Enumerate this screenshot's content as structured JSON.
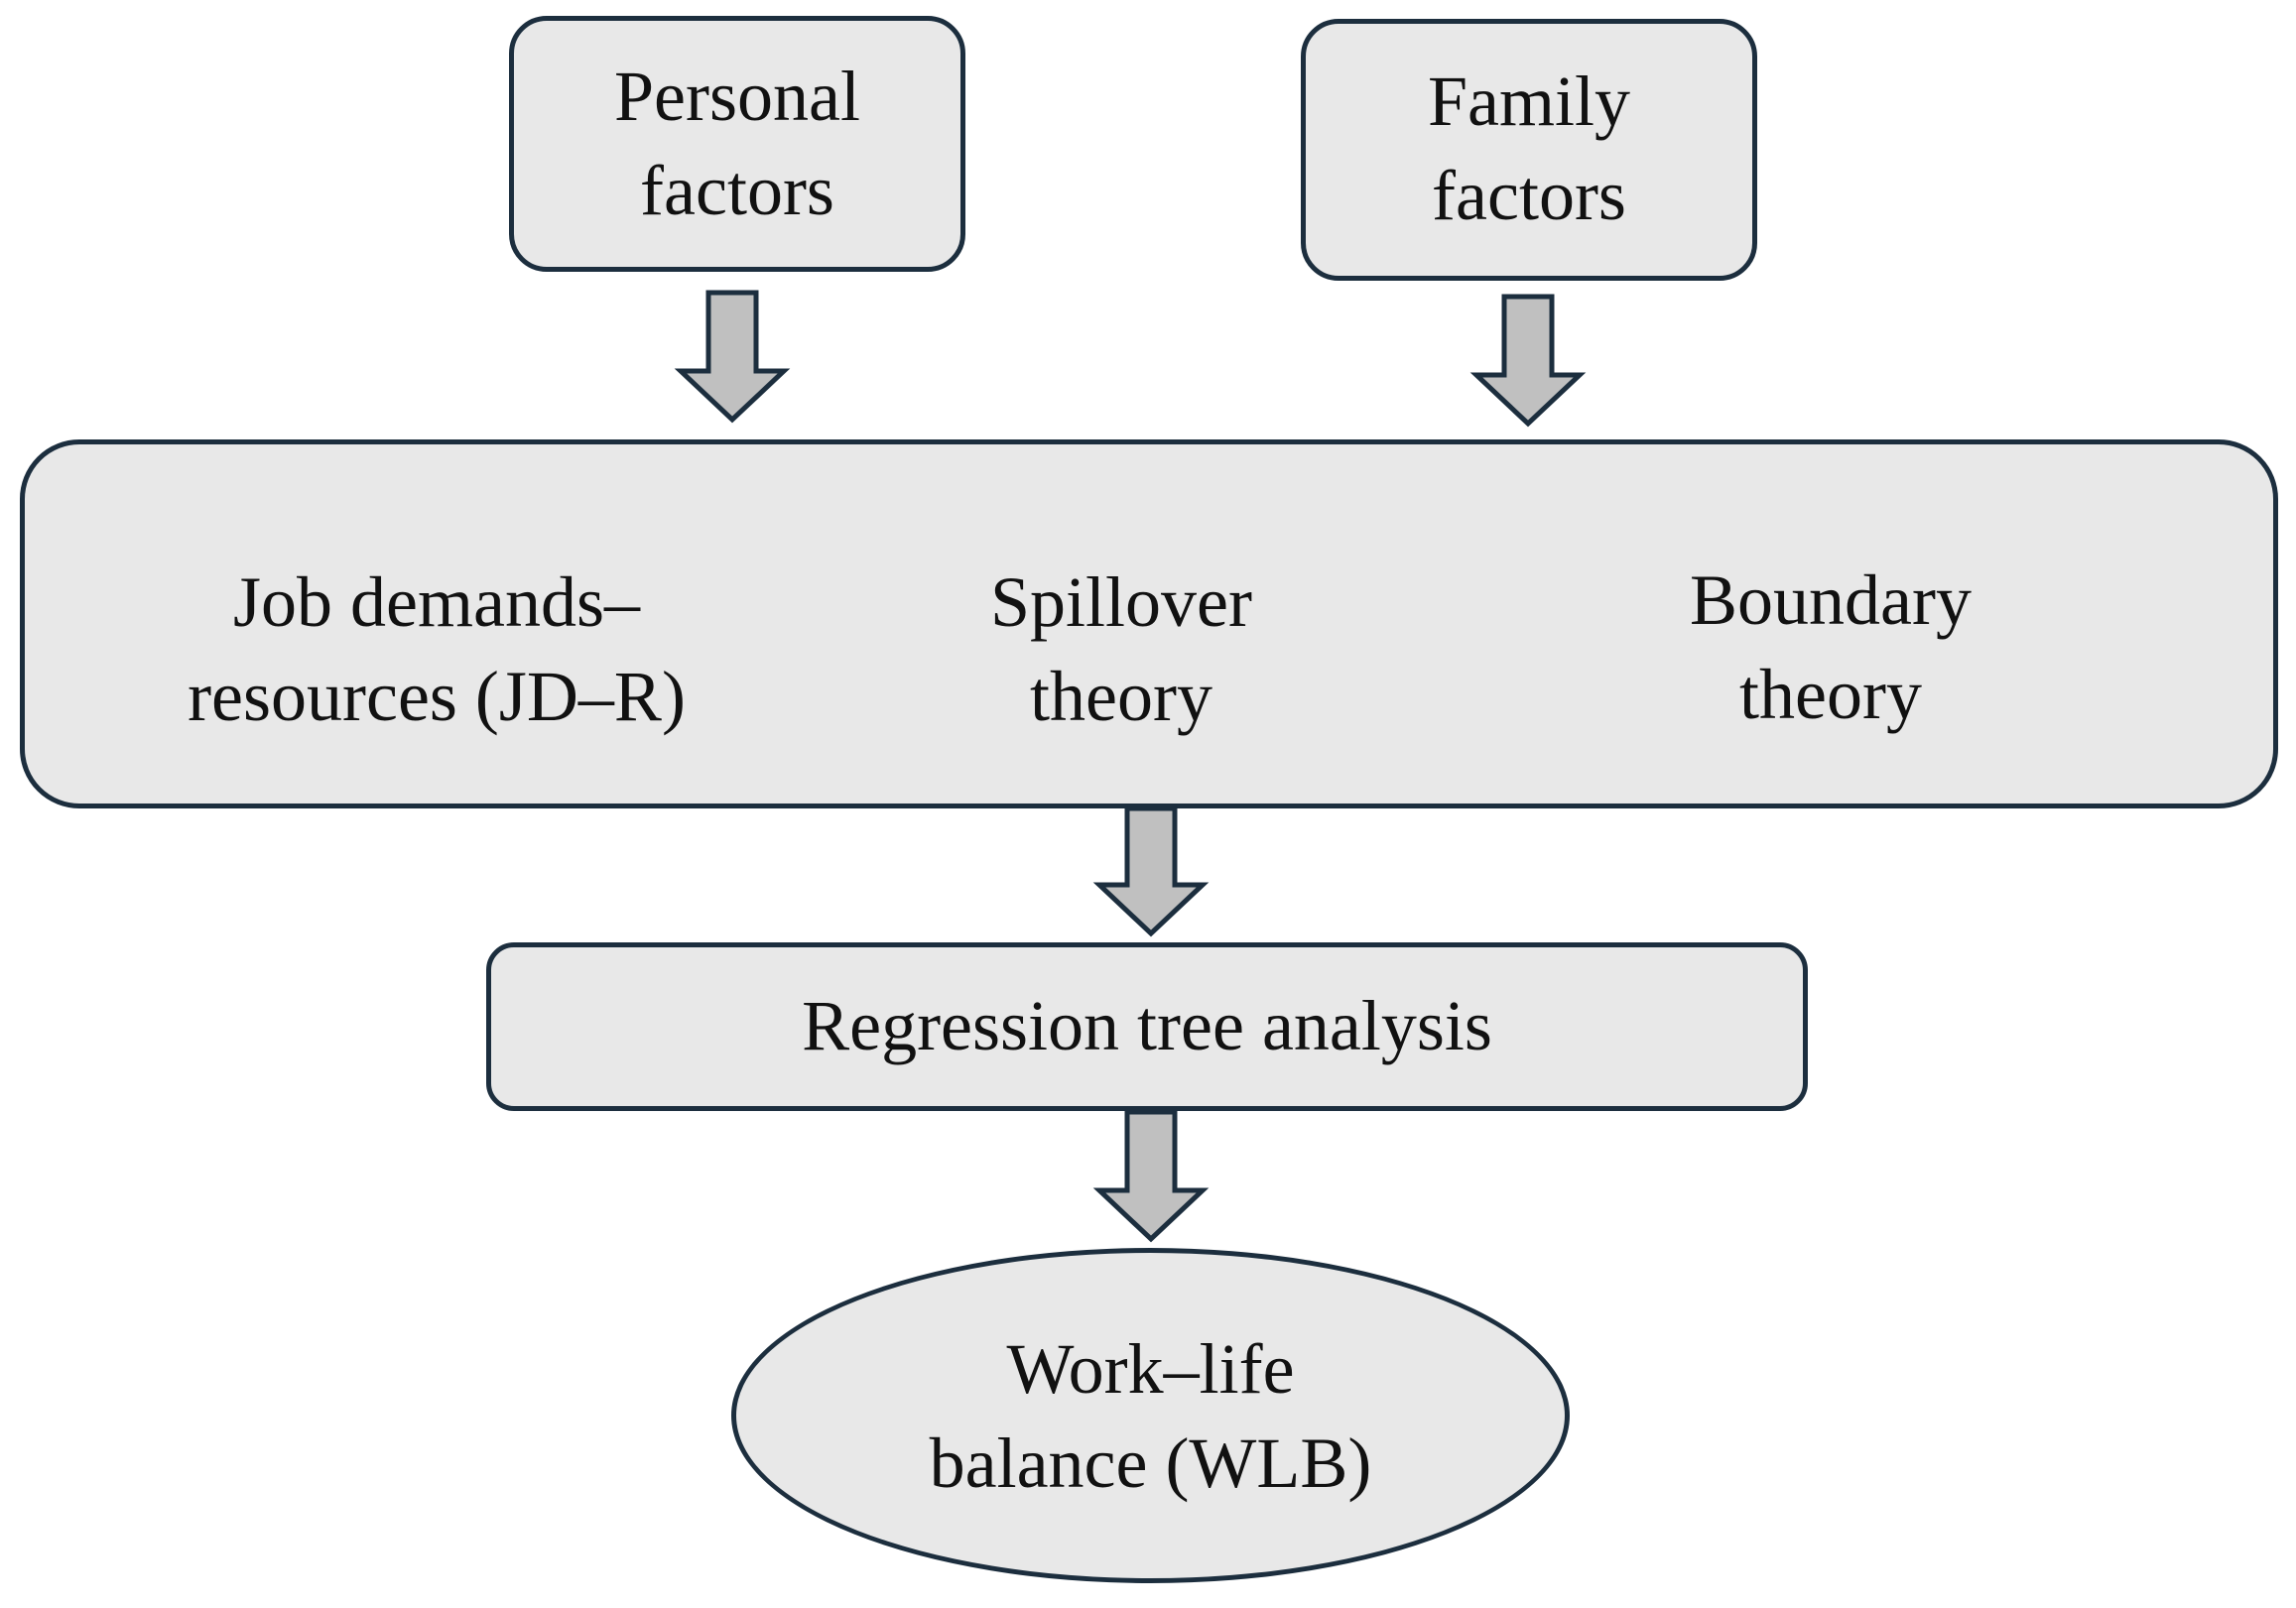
{
  "nodes": {
    "personal_factors": {
      "line1": "Personal",
      "line2": "factors"
    },
    "family_factors": {
      "line1": "Family",
      "line2": "factors"
    },
    "theories": {
      "jdr": {
        "line1": "Job demands–",
        "line2": "resources (JD–R)"
      },
      "spillover": {
        "line1": "Spillover",
        "line2": "theory"
      },
      "boundary": {
        "line1": "Boundary",
        "line2": "theory"
      }
    },
    "regression": {
      "label": "Regression tree analysis"
    },
    "wlb": {
      "line1": "Work–life",
      "line2": "balance (WLB)"
    }
  },
  "colors": {
    "fill": "#e8e8e8",
    "stroke": "#1c2e3e",
    "arrow_fill": "#c0c0c0"
  }
}
